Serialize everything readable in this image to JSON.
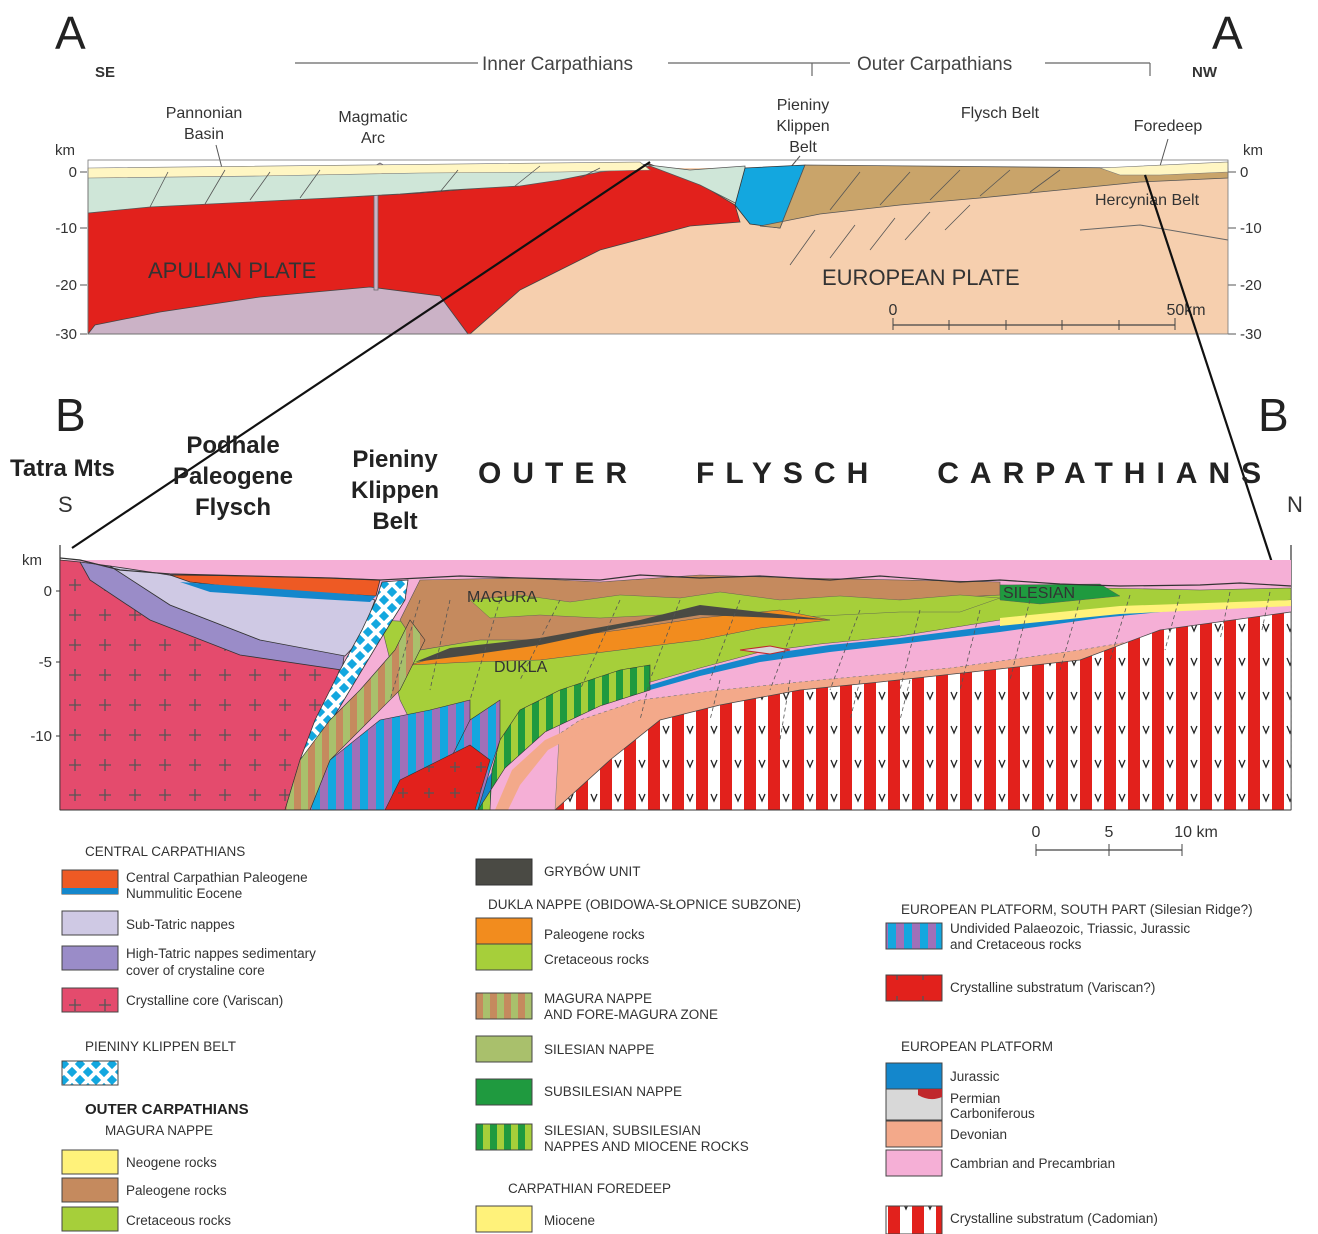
{
  "section_a": {
    "letter_left": "A",
    "letter_right": "A",
    "dir_left": "SE",
    "dir_right": "NW",
    "inner_carpathians": "Inner Carpathians",
    "outer_carpathians": "Outer Carpathians",
    "pannonian_basin": [
      "Pannonian",
      "Basin"
    ],
    "magmatic_arc": [
      "Magmatic",
      "Arc"
    ],
    "pieniny_klippen_belt": [
      "Pieniny",
      "Klippen",
      "Belt"
    ],
    "flysch_belt": "Flysch Belt",
    "foredeep": "Foredeep",
    "hercynian_belt": "Hercynian Belt",
    "apulian_plate": "APULIAN PLATE",
    "european_plate": "EUROPEAN PLATE",
    "depth_unit": "km",
    "depth_ticks": [
      "0",
      "-10",
      "-20",
      "-30"
    ],
    "scale_start": "0",
    "scale_end": "50km"
  },
  "section_b": {
    "letter_left": "B",
    "letter_right": "B",
    "tatra": "Tatra Mts",
    "dir_left": "S",
    "dir_right": "N",
    "podhale": [
      "Podhale",
      "Paleogene",
      "Flysch"
    ],
    "pieniny": [
      "Pieniny",
      "Klippen",
      "Belt"
    ],
    "outer_flysch": "OUTER   FLYSCH   CARPATHIANS",
    "magura": "MAGURA",
    "dukla": "DUKLA",
    "silesian": "SILESIAN",
    "depth_unit": "km",
    "depth_ticks": [
      "0",
      "-5",
      "-10"
    ],
    "scale_labels": [
      "0",
      "5",
      "10 km"
    ]
  },
  "legend": {
    "central_carpathians": "CENTRAL CARPATHIANS",
    "cc_paleogene": [
      "Central Carpathian Paleogene",
      "Nummulitic Eocene"
    ],
    "sub_tatric": "Sub-Tatric nappes",
    "high_tatric": [
      "High-Tatric nappes sedimentary",
      "cover of crystaline core"
    ],
    "crystalline_core": "Crystalline core (Variscan)",
    "pieniny_hdr": "PIENINY KLIPPEN BELT",
    "outer_hdr": "OUTER CARPATHIANS",
    "magura_hdr": "MAGURA NAPPE",
    "neogene": "Neogene rocks",
    "paleogene": "Paleogene rocks",
    "cretaceous": "Cretaceous rocks",
    "grybow": "GRYBÓW UNIT",
    "dukla_hdr": "DUKLA NAPPE (OBIDOWA-SŁOPNICE SUBZONE)",
    "dukla_paleogene": "Paleogene rocks",
    "dukla_cretaceous": "Cretaceous rocks",
    "magura_fore": [
      "MAGURA NAPPE",
      "AND FORE-MAGURA ZONE"
    ],
    "silesian_nappe": "SILESIAN NAPPE",
    "subsilesian_nappe": "SUBSILESIAN NAPPE",
    "sil_subsil_miocene": [
      "SILESIAN, SUBSILESIAN",
      "NAPPES AND MIOCENE ROCKS"
    ],
    "foredeep_hdr": "CARPATHIAN FOREDEEP",
    "miocene": "Miocene",
    "ep_south_hdr": "EUROPEAN PLATFORM, SOUTH PART (Silesian Ridge?)",
    "undivided": [
      "Undivided Palaeozoic, Triassic, Jurassic",
      "and Cretaceous rocks"
    ],
    "crystalline_variscan": "Crystalline substratum (Variscan?)",
    "ep_hdr": "EUROPEAN PLATFORM",
    "jurassic": "Jurassic",
    "permian_carb": [
      "Permian",
      "Carboniferous"
    ],
    "devonian": "Devonian",
    "cambrian": "Cambrian and Precambrian",
    "crystalline_cadomian": "Crystalline substratum (Cadomian)"
  },
  "colors": {
    "apulian_red": "#e2211c",
    "european_tan": "#f6cfae",
    "flysch_brown": "#c9a46a",
    "pale_green": "#cfe6d8",
    "cream": "#fff6c3",
    "mauve": "#cbb2c6",
    "klippen_blue": "#13a7df",
    "orange_red": "#ee5a24",
    "sub_tatric": "#cfc9e4",
    "high_tatric": "#9a8cc8",
    "crystalline_pink": "#e44b6d",
    "grybow": "#4a4a44",
    "orange": "#f28c1e",
    "lime": "#a6cf3a",
    "silesian_olive": "#a9c06c",
    "subsilesian_green": "#1f9a3f",
    "neogene_yellow": "#fff27a",
    "paleogene_brown": "#c58a5e",
    "jurassic_blue": "#1487cc",
    "permian_grey": "#d8d8d8",
    "devonian_salmon": "#f3a98a",
    "cambrian_pink": "#f5afd6"
  }
}
